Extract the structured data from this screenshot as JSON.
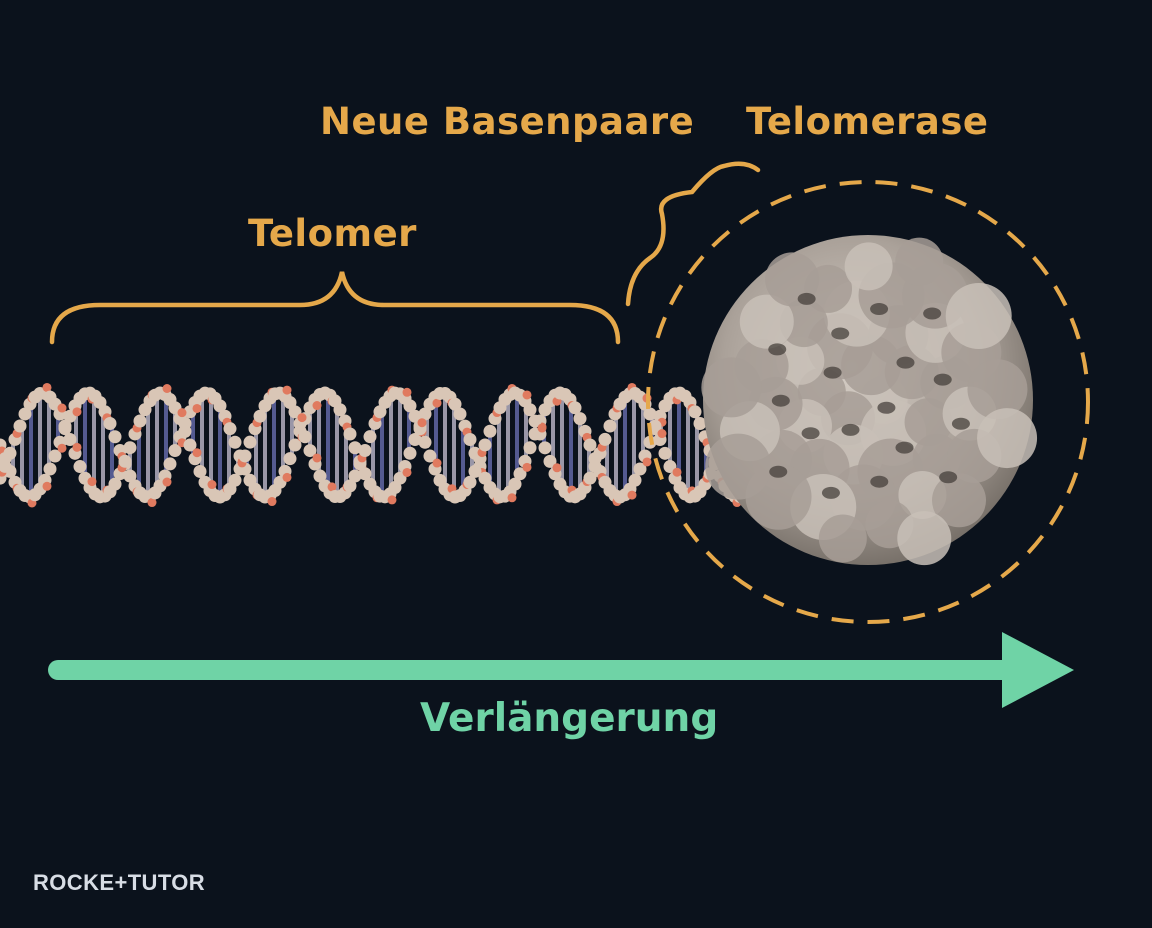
{
  "labels": {
    "telomer": "Telomer",
    "neue_basenpaare": "Neue Basenpaare",
    "telomerase": "Telomerase",
    "verlaengerung": "Verlängerung"
  },
  "logo": {
    "text": "ROCKE+TUTOR"
  },
  "colors": {
    "background": "#0b121c",
    "label_orange": "#e5a84a",
    "arrow_green": "#6fd3a6",
    "dna_backbone": "#d9c6b6",
    "dna_atoms": "#e07a5f",
    "dna_bases": "#6d72b8",
    "protein": "#b3aaa1"
  },
  "icons": {
    "dna": "dna-double-helix",
    "protein": "telomerase-protein-blob",
    "direction": "right-arrow"
  }
}
